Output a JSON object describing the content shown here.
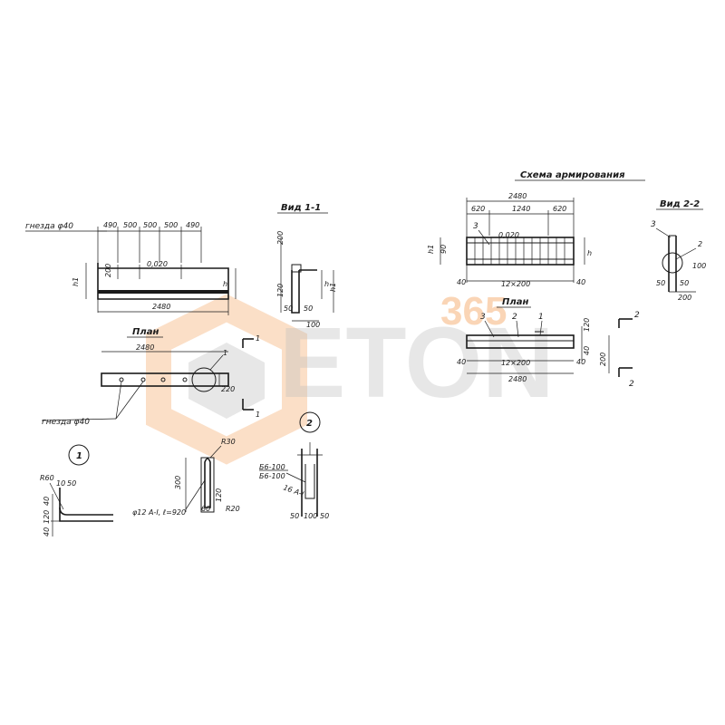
{
  "watermark": {
    "brand": "ETON",
    "number": "365",
    "brand_color": "#bdbdbd",
    "accent_color": "#f4a460"
  },
  "labels": {
    "socket_phi40": "гнезда φ40",
    "socket_phi40_2": "гнезда φ40",
    "view_1_1": "Вид 1-1",
    "plan_left": "План",
    "scheme_title": "Схема армирования",
    "view_2_2": "Вид 2-2",
    "plan_right": "План",
    "node_1": "1",
    "node_2": "2",
    "slope_left": "0,020",
    "slope_right": "0,020",
    "rebar_phi12": "φ12 A-I, ℓ=920",
    "mesh_1": "Б6-100",
    "mesh_2": "Б6-100",
    "mesh_3": "16 A-I"
  },
  "dims": {
    "d490a": "490",
    "d500a": "500",
    "d500b": "500",
    "d500c": "500",
    "d490b": "490",
    "d2480a": "2480",
    "h1a": "h1",
    "ha": "h",
    "d200a": "200",
    "v_200": "200",
    "v_120": "120",
    "v_50": "50",
    "v_50b": "50",
    "v_100": "100",
    "v_h": "h",
    "v_h1": "h1",
    "p_2480": "2480",
    "p_220": "220",
    "cut_1": "1",
    "cut_1b": "1",
    "p_call_1": "1",
    "n1_r60": "R60",
    "n1_10": "10",
    "n1_50": "50",
    "n1_40": "40",
    "n1_120": "120",
    "n1_40b": "40",
    "n2_r30": "R30",
    "n2_300": "300",
    "n2_120": "120",
    "n2_60": "60",
    "n2_r20": "R20",
    "n3_50": "50",
    "n3_100": "100",
    "n3_50b": "50",
    "s_2480": "2480",
    "s_620": "620",
    "s_1240": "1240",
    "s_620b": "620",
    "s_h1": "h1",
    "s_90": "90",
    "s_h": "h",
    "s_40": "40",
    "s_12x200": "12×200",
    "s_40b": "40",
    "s_3": "3",
    "vv_3": "3",
    "vv_2": "2",
    "vv_100": "100",
    "vv_50": "50",
    "vv_50b": "50",
    "vv_200": "200",
    "pr_3": "3",
    "pr_2": "2",
    "pr_1": "1",
    "pr_40": "40",
    "pr_12x200": "12×200",
    "pr_40b": "40",
    "pr_2480": "2480",
    "pr_120": "120",
    "pr_40c": "40",
    "pr_200": "200",
    "pr_cut2": "2",
    "pr_cut2b": "2"
  }
}
